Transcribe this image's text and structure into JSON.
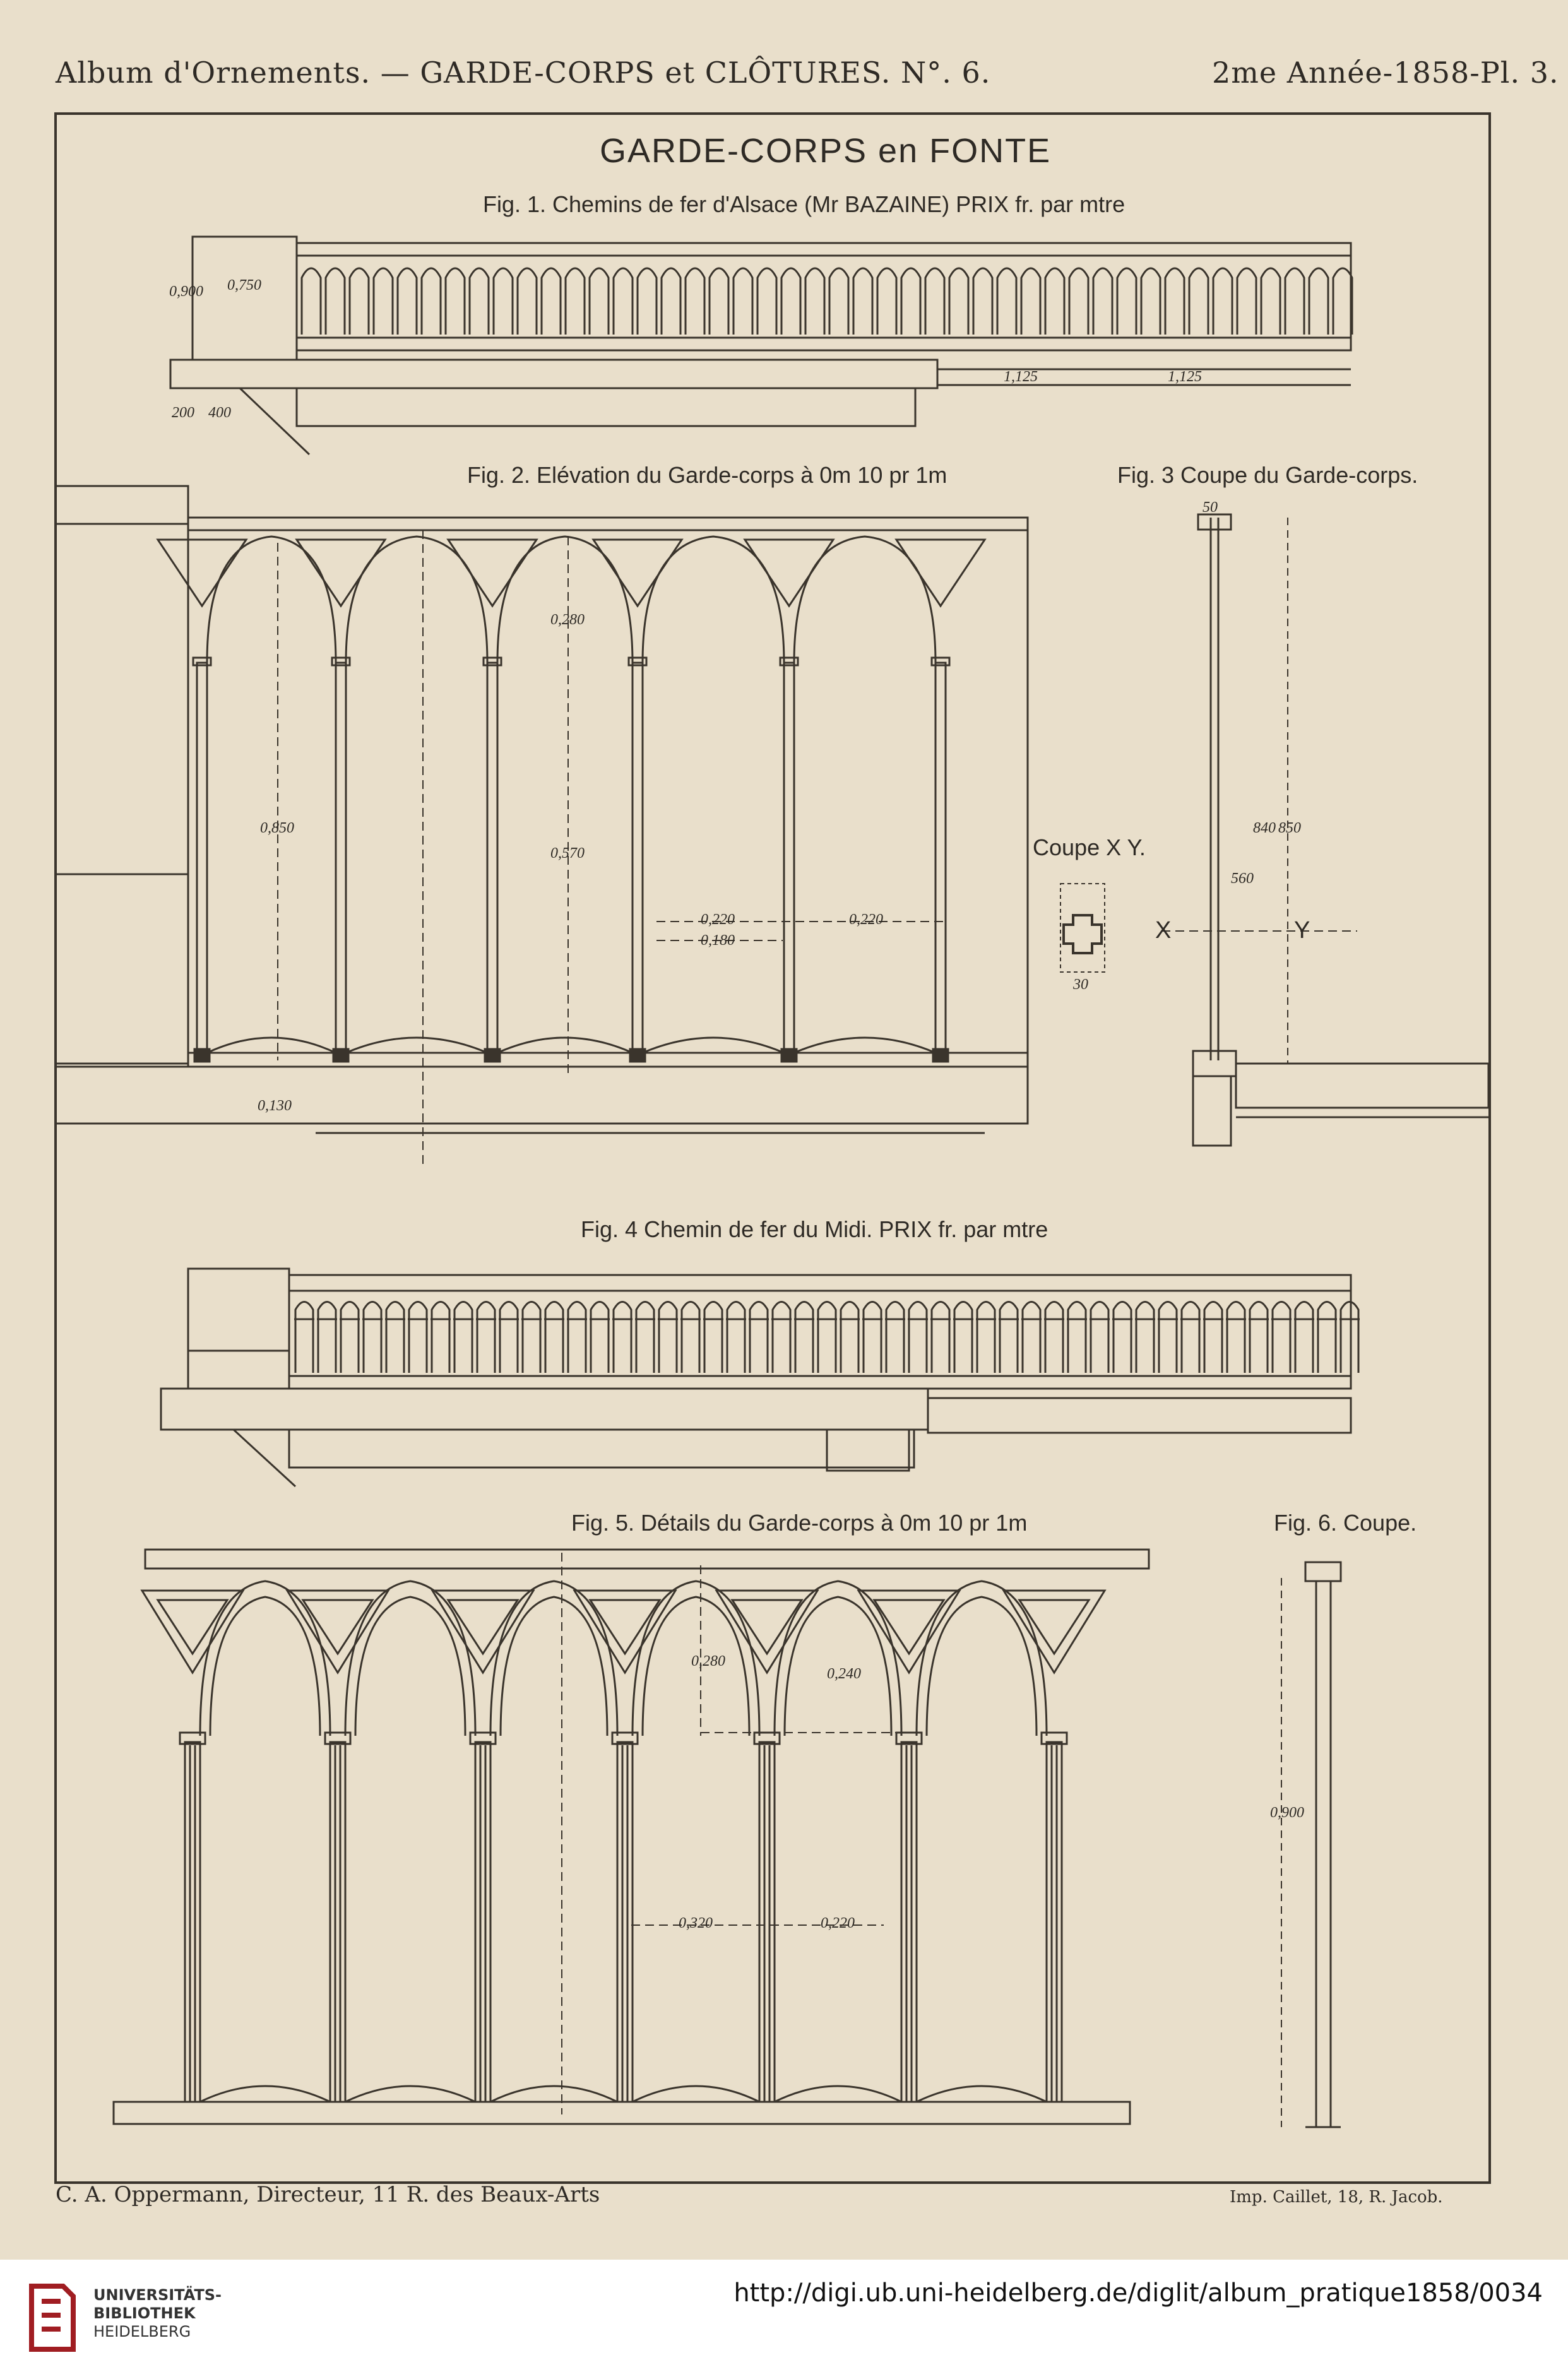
{
  "header": {
    "left": "Album d'Ornements. — GARDE-CORPS et CLÔTURES. N°. 6.",
    "right": "2me Année-1858-Pl. 3."
  },
  "title": "GARDE-CORPS en FONTE",
  "figures": {
    "fig1": "Fig. 1. Chemins de fer d'Alsace (Mr BAZAINE) PRIX     fr. par mtre",
    "fig2": "Fig. 2. Elévation du Garde-corps à 0m 10 pr 1m",
    "fig3": "Fig. 3 Coupe du Garde-corps.",
    "coupe_xy": "Coupe X Y.",
    "fig4": "Fig. 4 Chemin de fer du Midi. PRIX     fr. par mtre",
    "fig5": "Fig. 5. Détails du Garde-corps à 0m 10 pr 1m",
    "fig6": "Fig. 6. Coupe."
  },
  "dimensions": {
    "d_0900": "0,900",
    "d_0750": "0,750",
    "d_1125a": "1,125",
    "d_1125b": "1,125",
    "d_200": "200",
    "d_400": "400",
    "d_0850": "0,850",
    "d_0570": "0,570",
    "d_0220a": "0,220",
    "d_0220b": "0,220",
    "d_0180": "0,180",
    "d_0280": "0,280",
    "d_0130": "0,130",
    "d_50": "50",
    "d_560": "560",
    "d_840": "840",
    "d_850": "850",
    "d_30": "30",
    "d_0900b": "0,900",
    "d_0320": "0,320",
    "d_0220c": "0,220",
    "d_0280b": "0,280",
    "d_0240": "0,240"
  },
  "labels": {
    "x": "X",
    "y": "Y"
  },
  "footer": {
    "left": "C. A. Oppermann, Directeur, 11 R. des Beaux-Arts",
    "right": "Imp. Caillet, 18, R. Jacob."
  },
  "library": {
    "line1": "UNIVERSITÄTS-",
    "line2": "BIBLIOTHEK",
    "line3": "HEIDELBERG",
    "url": "http://digi.ub.uni-heidelberg.de/diglit/album_pratique1858/0034"
  }
}
